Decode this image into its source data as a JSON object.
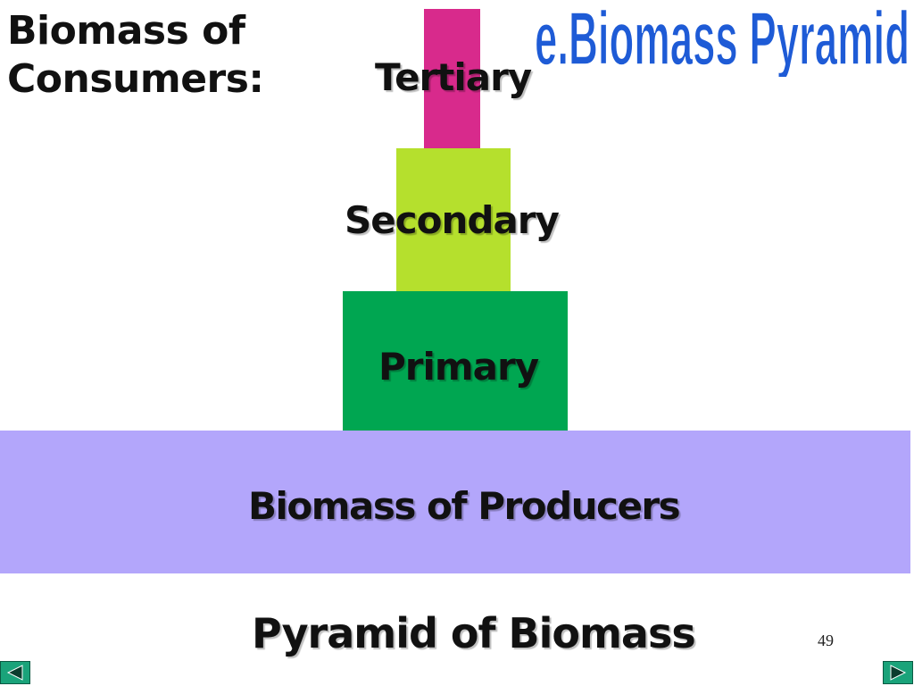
{
  "slide": {
    "title": "e.Biomass Pyramid",
    "consumers_heading_line1": "Biomass of",
    "consumers_heading_line2": "Consumers:",
    "caption": "Pyramid of Biomass",
    "page_number": "49"
  },
  "pyramid": {
    "levels": [
      {
        "label": "Tertiary",
        "color": "#d82a8c"
      },
      {
        "label": "Secondary",
        "color": "#b5e02d"
      },
      {
        "label": "Primary",
        "color": "#00a651"
      },
      {
        "label": "Biomass of Producers",
        "color": "#b3a6fb"
      }
    ]
  },
  "colors": {
    "title_fill": "#1e5bd6",
    "title_stroke": "#ffffff"
  },
  "navigation": {
    "prev_icon": "triangle-left-icon",
    "next_icon": "triangle-right-icon"
  }
}
